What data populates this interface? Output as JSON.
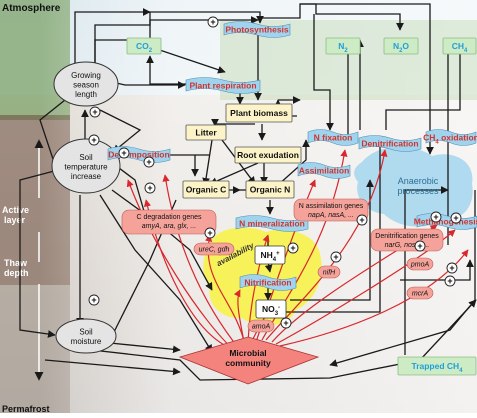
{
  "layer_labels": {
    "atmosphere": "Atmosphere",
    "active_layer_1": "Active",
    "active_layer_2": "layer",
    "thaw_depth_1": "Thaw",
    "thaw_depth_2": "depth",
    "permafrost": "Permafrost"
  },
  "gases": {
    "co2": {
      "main": "CO",
      "sub": "2"
    },
    "n2": {
      "main": "N",
      "sub": "2"
    },
    "n2o": {
      "main": "N",
      "sub": "2",
      "tail": "O"
    },
    "ch4": {
      "main": "CH",
      "sub": "4"
    },
    "trapped_ch4": {
      "main": "Trapped CH",
      "sub": "4"
    }
  },
  "drivers": {
    "growing_season": [
      "Growing",
      "season",
      "length"
    ],
    "soil_temperature": [
      "Soil",
      "temperature",
      "increase"
    ],
    "soil_moisture": [
      "Soil",
      "moisture"
    ]
  },
  "pools": {
    "plant_biomass": "Plant biomass",
    "litter": "Litter",
    "root_exudation": "Root exudation",
    "organic_c": "Organic C",
    "organic_n": "Organic N"
  },
  "processes": {
    "photosynthesis": "Photosynthesis",
    "plant_respiration": "Plant respiration",
    "decomposition": "Decomposition",
    "n_fixation": "N fixation",
    "assimilation": "Assimilation",
    "denitrification": "Denitrification",
    "ch4_oxidation": {
      "main": "CH",
      "sub": "4",
      "tail": " oxidation"
    },
    "anaerobic": [
      "Anaerobic",
      "processes"
    ],
    "methanogenesis": "Methanogenesis",
    "n_mineralization": "N mineralization",
    "nitrification": "Nitrification"
  },
  "n_availability": [
    "N",
    "availability"
  ],
  "nh4": {
    "main": "NH",
    "sub": "4",
    "sup": "+"
  },
  "no3": {
    "main": "NO",
    "sub": "3",
    "sup": "-"
  },
  "genes": {
    "c_degradation": {
      "title": "C degradation genes",
      "list": "amyA, ara, glx, ..."
    },
    "n_assimilation": {
      "title": "N assimilation genes",
      "list": "napA, nasA, ..."
    },
    "denitrification": {
      "title": "Denitrification genes",
      "list": "narG, nosZ, ..."
    },
    "urec_gdh": "ureC, gdh",
    "nifh": "nifH",
    "amoa": "amoA",
    "pmoa": "pmoA",
    "mcra": "mcrA"
  },
  "microbial_community": [
    "Microbial",
    "community"
  ],
  "plus_sign": "+",
  "colors": {
    "process_fill": "#9fd3ee",
    "process_text": "#d0342c",
    "pool_fill": "#fcf4c8",
    "gas_fill": "#cdebc4",
    "gas_text": "#1f9fd9",
    "gene_fill": "#f5a39a",
    "nitrogen_blob": "#f7f25a",
    "microbial_fill": "#f4837e",
    "red_arrow": "#d9272c",
    "black_arrow": "#1a1a1a"
  }
}
